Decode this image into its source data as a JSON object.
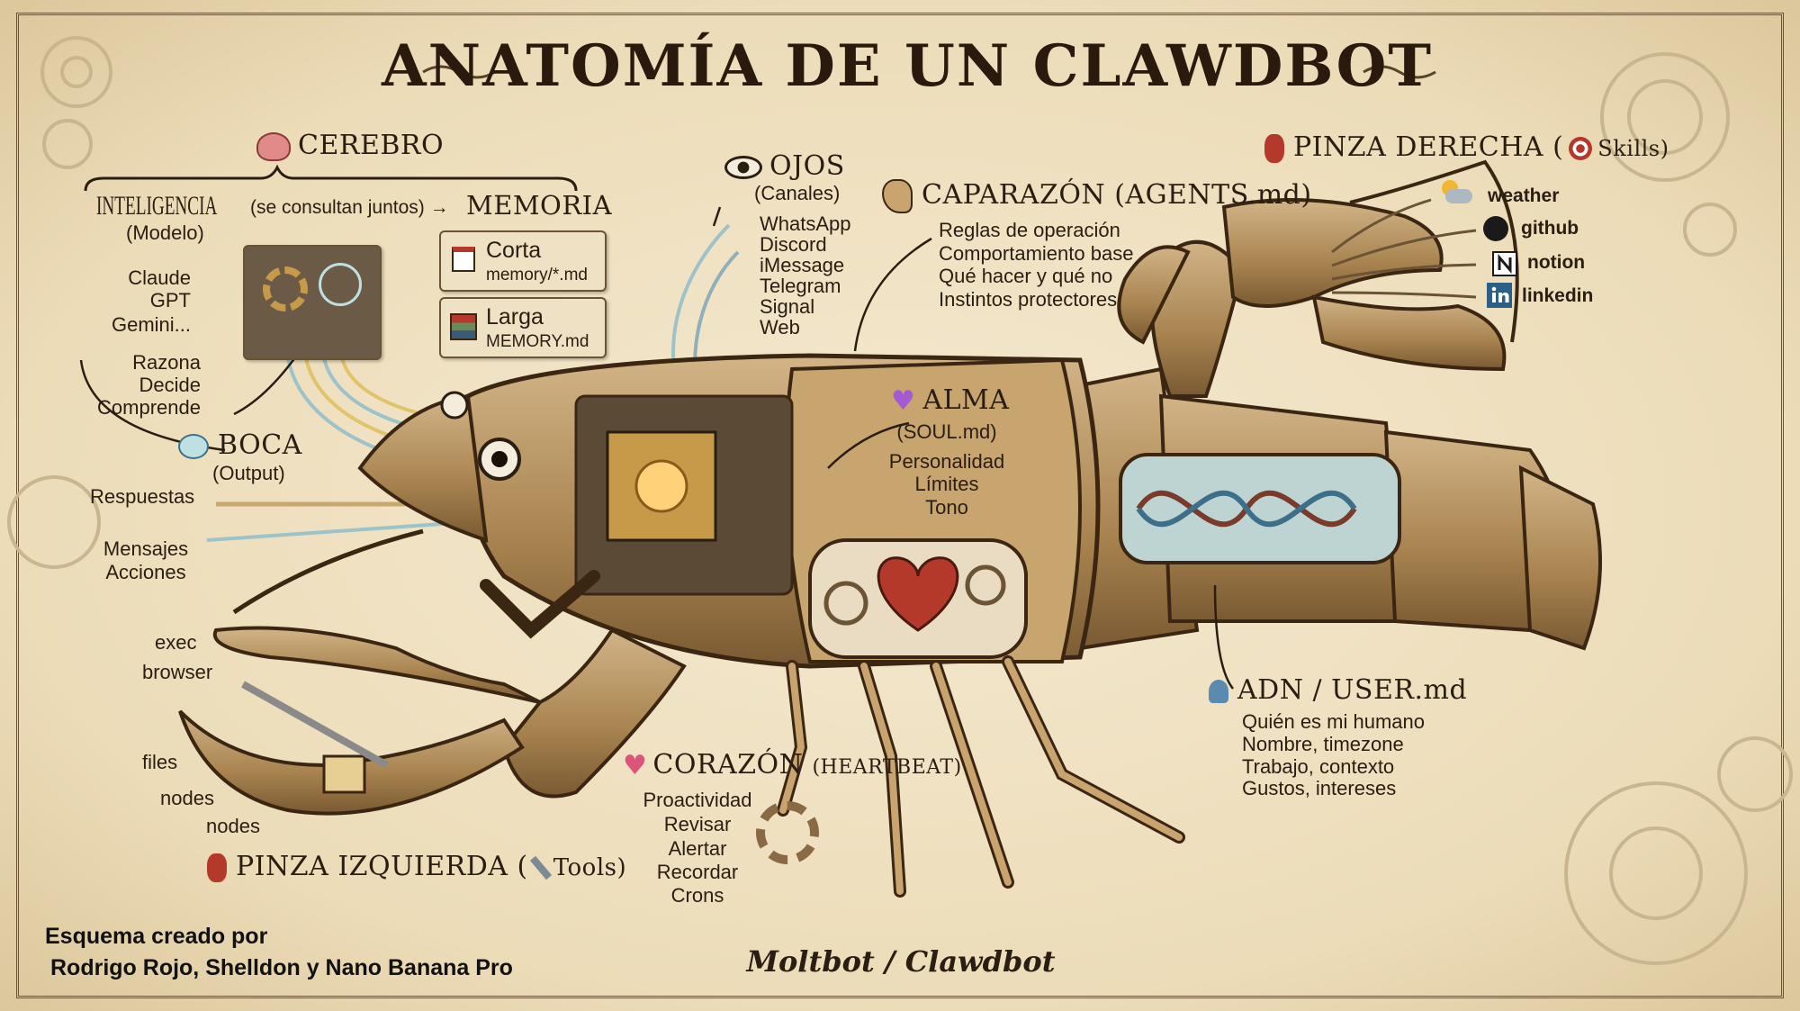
{
  "title": "ANATOMÍA DE UN CLAWDBOT",
  "cerebro": {
    "label": "CEREBRO",
    "inteligencia": "INTELIGENCIA",
    "modelo": "(Modelo)",
    "consultan": "(se consultan juntos) →",
    "memoria": "MEMORIA",
    "models": [
      "Claude",
      "GPT",
      "Gemini..."
    ],
    "abilities": [
      "Razona",
      "Decide",
      "Comprende"
    ],
    "memory_short": {
      "title": "Corta",
      "file": "memory/*.md"
    },
    "memory_long": {
      "title": "Larga",
      "file": "MEMORY.md"
    }
  },
  "ojos": {
    "label": "OJOS",
    "sub": "(Canales)",
    "channels": [
      "WhatsApp",
      "Discord",
      "iMessage",
      "Telegram",
      "Signal",
      "Web"
    ]
  },
  "caparazon": {
    "label": "CAPARAZÓN (AGENTS.md)",
    "rules": [
      "Reglas de operación",
      "Comportamiento base",
      "Qué hacer y qué no",
      "Instintos protectores"
    ]
  },
  "pinza_derecha": {
    "label": "PINZA DERECHA (",
    "suffix": "Skills)",
    "skills": [
      "weather",
      "github",
      "notion",
      "linkedin"
    ]
  },
  "alma": {
    "label": "ALMA",
    "sub": "(SOUL.md)",
    "items": [
      "Personalidad",
      "Límites",
      "Tono"
    ]
  },
  "boca": {
    "label": "BOCA",
    "sub": "(Output)",
    "outputs": [
      "Respuestas",
      "Mensajes",
      "Acciones"
    ]
  },
  "adn": {
    "label": "ADN / USER.md",
    "items": [
      "Quién es mi humano",
      "Nombre, timezone",
      "Trabajo, contexto",
      "Gustos, intereses"
    ]
  },
  "corazon": {
    "label": "CORAZÓN",
    "sub": "(HEARTBEAT)",
    "items": [
      "Proactividad",
      "Revisar",
      "Alertar",
      "Recordar",
      "Crons"
    ]
  },
  "pinza_izquierda": {
    "label": "PINZA IZQUIERDA (",
    "suffix": "Tools)",
    "tools": [
      "exec",
      "browser",
      "files",
      "nodes",
      "nodes"
    ]
  },
  "footer": {
    "signature": "Moltbot / Clawdbot",
    "credit_line1": "Esquema creado por",
    "credit_line2": "Rodrigo Rojo, Shelldon y Nano Banana Pro"
  },
  "colors": {
    "paper": "#f1e4c8",
    "ink": "#2a1d12",
    "shell": "#b08a5a",
    "accent": "#c0392b"
  }
}
